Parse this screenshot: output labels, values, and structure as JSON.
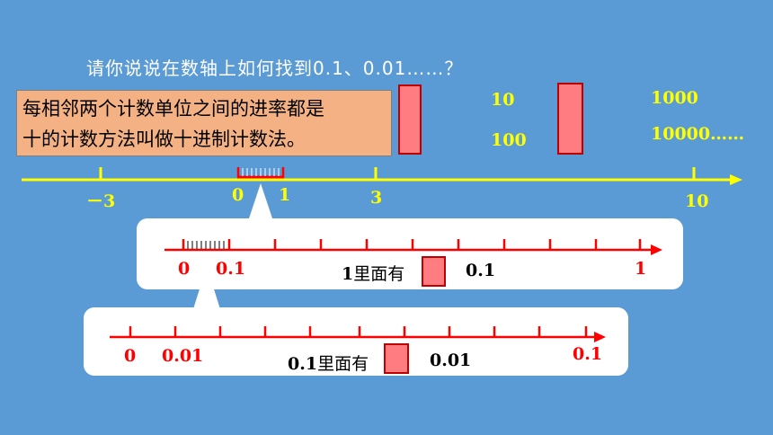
{
  "question": "请你说说在数轴上如何找到0.1、0.01……？",
  "definition": {
    "line1": "每相邻两个计数单位之间的进率都是",
    "line2": "十的计数方法叫做十进制计数法。"
  },
  "main_axis": {
    "labels": {
      "neg3": "－3",
      "zero": "0",
      "one": "1",
      "three": "3",
      "ten": "10"
    }
  },
  "units": {
    "u10": "10",
    "u100": "100",
    "u1000": "1000",
    "u10000": "10000……"
  },
  "panel1": {
    "label_0": "0",
    "label_01": "0.1",
    "label_1": "1",
    "sentence_prefix": "1",
    "sentence_cjk": "里面有",
    "sentence_value": "0.1"
  },
  "panel2": {
    "label_0": "0",
    "label_001": "0.01",
    "label_01": "0.1",
    "sentence_prefix": "0.1",
    "sentence_cjk": "里面有",
    "sentence_value": "0.01"
  },
  "colors": {
    "background": "#5b9bd5",
    "main_axis": "#ffff00",
    "sub_axis": "#ff0000",
    "box_fill": "#ff7c80",
    "box_border": "#c00000",
    "definition_fill": "#f4b183"
  }
}
